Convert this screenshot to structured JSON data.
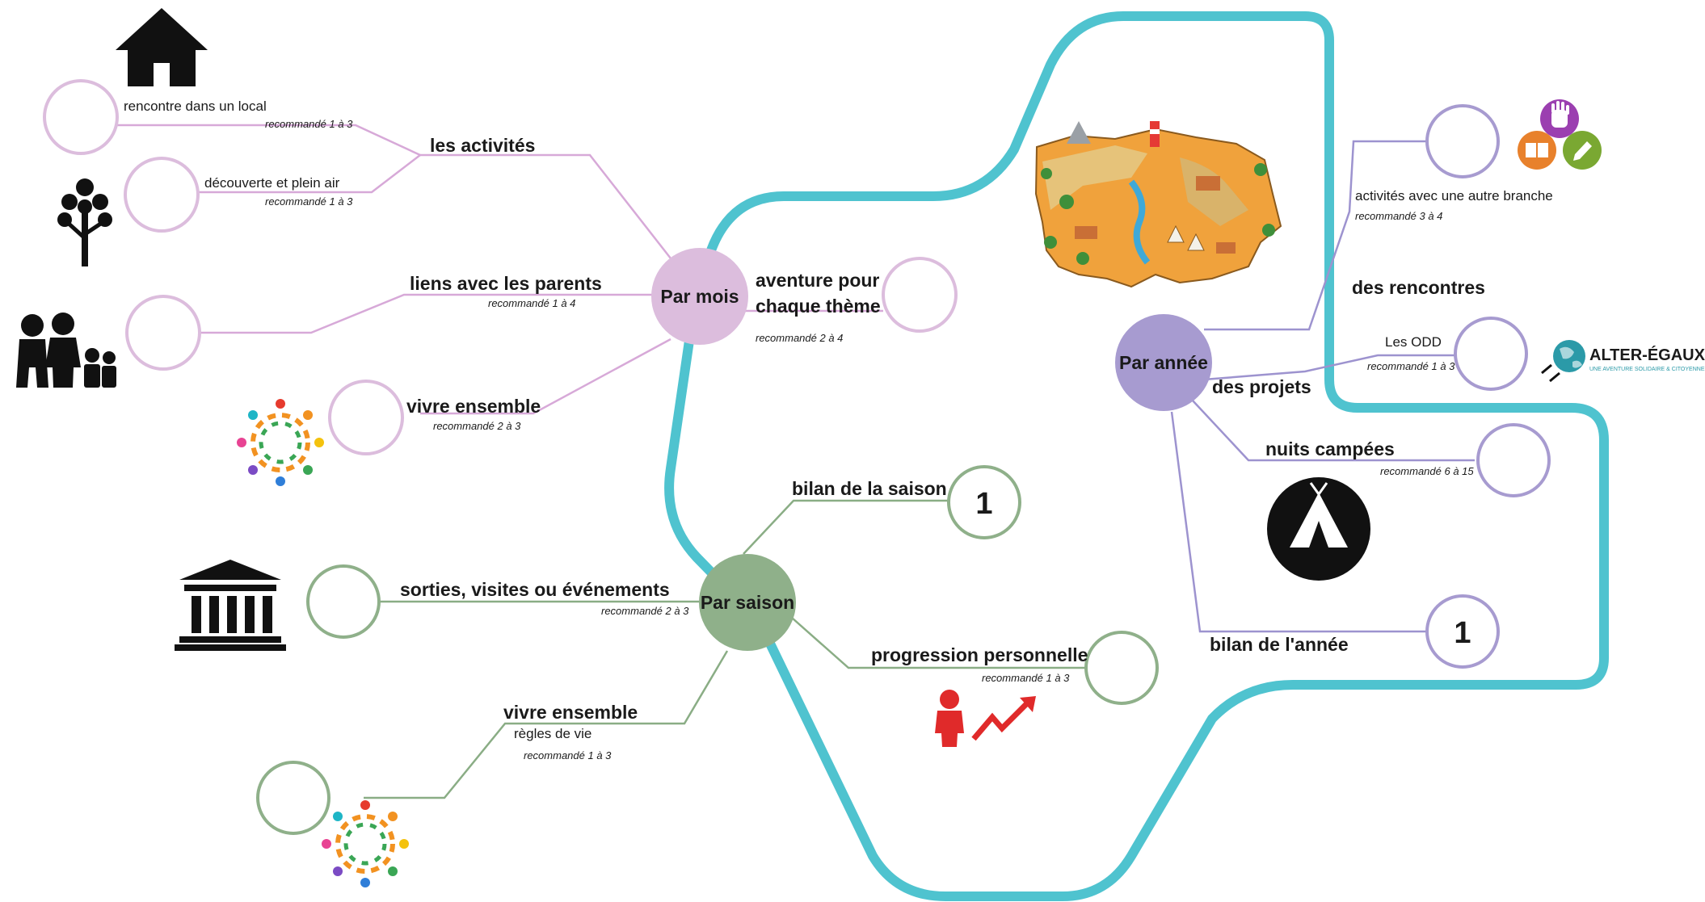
{
  "colors": {
    "path": "#4fc3cf",
    "mois": "#dcbddd",
    "mois_line": "#d7a9d8",
    "saison": "#8fb08a",
    "saison_line": "#8aad85",
    "annee": "#a79bd0",
    "annee_line": "#9d93cf"
  },
  "hubs": {
    "mois": "Par mois",
    "saison": "Par saison",
    "annee": "Par année"
  },
  "mois": {
    "activites": "les activités",
    "local": "rencontre dans un local",
    "local_note": "recommandé 1 à 3",
    "plein_air": "découverte et plein air",
    "plein_air_note": "recommandé 1 à 3",
    "parents": "liens avec les parents",
    "parents_note": "recommandé 1 à 4",
    "vivre": "vivre ensemble",
    "vivre_note": "recommandé 2 à 3",
    "aventure_l1": "aventure pour",
    "aventure_l2": "chaque thème",
    "aventure_note": "recommandé 2 à 4"
  },
  "saison": {
    "bilan": "bilan de la saison",
    "bilan_num": "1",
    "sorties": "sorties, visites ou événements",
    "sorties_note": "recommandé 2 à 3",
    "progression": "progression personnelle",
    "progression_note": "recommandé 1 à 3",
    "vivre": "vivre ensemble",
    "regles": "règles de vie",
    "vivre_note": "recommandé 1 à 3"
  },
  "annee": {
    "rencontres": "des rencontres",
    "autre_branche": "activités avec une autre branche",
    "autre_branche_note": "recommandé 3 à 4",
    "projets": "des projets",
    "odd": "Les ODD",
    "odd_note": "recommandé 1 à 3",
    "nuits": "nuits campées",
    "nuits_note": "recommandé 6 à 15",
    "bilan": "bilan de l'année",
    "bilan_num": "1"
  },
  "logo": {
    "name": "ALTER-ÉGAUX",
    "tagline": "UNE AVENTURE SOLIDAIRE & CITOYENNE"
  },
  "icons": [
    "house-icon",
    "tree-icon",
    "family-icon",
    "people-circle-icon",
    "temple-icon",
    "person-growth-icon",
    "teepee-icon",
    "hand-icon",
    "book-icon",
    "pencil-icon",
    "globe-icon",
    "map-illustration"
  ]
}
